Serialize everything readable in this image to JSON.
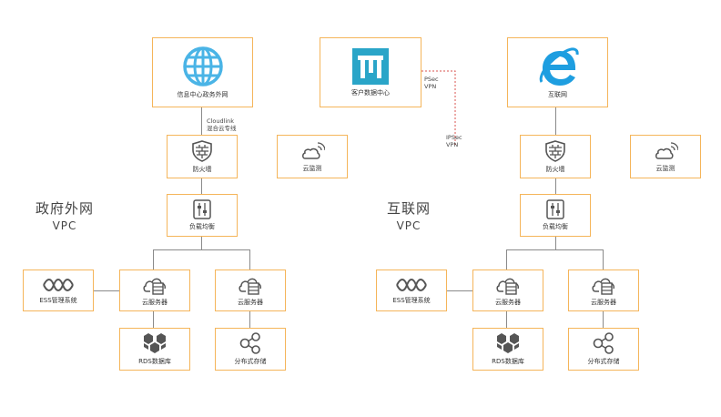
{
  "top": {
    "gov_net": "信息中心政务外网",
    "customer_dc": "客户数据中心",
    "internet": "互联网"
  },
  "links": {
    "cloudlink_line1": "Cloudlink",
    "cloudlink_line2": "混合云专线",
    "psec_line1": "PSec",
    "psec_line2": "VPN",
    "ipsec_line1": "IPSec",
    "ipsec_line2": "VPN"
  },
  "left_vpc": {
    "title": "政府外网",
    "subtitle": "VPC",
    "firewall": "防火墙",
    "cloud_monitor": "云监测",
    "load_balancer": "负载均衡",
    "ess": "ESS管理系统",
    "server1": "云服务器",
    "server2": "云服务器",
    "rds": "RDS数据库",
    "storage": "分布式存储"
  },
  "right_vpc": {
    "title": "互联网",
    "subtitle": "VPC",
    "firewall": "防火墙",
    "cloud_monitor": "云监测",
    "load_balancer": "负载均衡",
    "ess": "ESS管理系统",
    "server1": "云服务器",
    "server2": "云服务器",
    "rds": "RDS数据库",
    "storage": "分布式存储"
  },
  "colors": {
    "box_border": "#f5b55a",
    "icon_gray": "#555555",
    "globe_blue": "#4ab4e6",
    "dc_teal": "#2aa5c8",
    "ie_blue": "#1e9ee0",
    "vpn_red": "#d9534f"
  }
}
